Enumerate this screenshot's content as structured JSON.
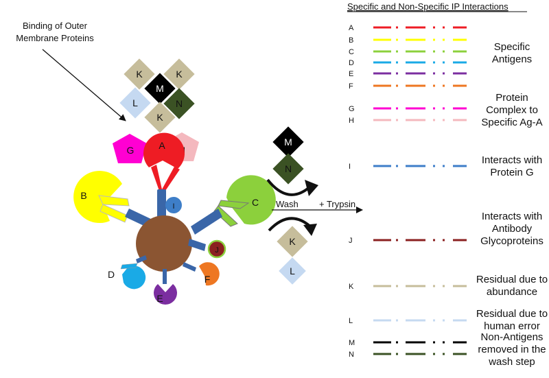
{
  "colors": {
    "A": "#ee1c24",
    "B": "#ffff00",
    "C": "#8cd03c",
    "D": "#1aaae6",
    "E": "#7b2ea0",
    "F": "#ee7722",
    "G": "#ff00d2",
    "H": "#f4b8be",
    "I": "#3e7ec8",
    "J": "#8b2020",
    "K": "#c6bd9b",
    "L": "#c5d9f1",
    "M": "#000000",
    "N": "#3b5224",
    "bead": "#8b5532",
    "stem": "#3a66a8"
  },
  "left": {
    "caption_line1": "Binding of Outer",
    "caption_line2": "Membrane Proteins",
    "cluster": [
      "K",
      "K",
      "M",
      "L",
      "N",
      "K"
    ],
    "pentagons": [
      "G",
      "A",
      "H"
    ],
    "antibodies": [
      "B",
      "C",
      "D",
      "E",
      "F",
      "I",
      "J"
    ]
  },
  "middle": {
    "top_diamonds": [
      "M",
      "N"
    ],
    "wash_label": "Wash",
    "trypsin_label": "+ Trypsin",
    "bottom_diamonds": [
      "K",
      "L"
    ]
  },
  "legend": {
    "title": "Specific and Non-Specific IP Interactions",
    "rows": [
      {
        "letter": "A",
        "color_key": "A"
      },
      {
        "letter": "B",
        "color_key": "B"
      },
      {
        "letter": "C",
        "color_key": "C"
      },
      {
        "letter": "D",
        "color_key": "D"
      },
      {
        "letter": "E",
        "color_key": "E"
      },
      {
        "letter": "F",
        "color_key": "F"
      },
      {
        "letter": "G",
        "color_key": "G"
      },
      {
        "letter": "H",
        "color_key": "H"
      },
      {
        "letter": "I",
        "color_key": "I"
      },
      {
        "letter": "J",
        "color_key": "J"
      },
      {
        "letter": "K",
        "color_key": "K"
      },
      {
        "letter": "L",
        "color_key": "L"
      },
      {
        "letter": "M",
        "color_key": "M"
      },
      {
        "letter": "N",
        "color_key": "N"
      }
    ],
    "descriptions": [
      {
        "lines": [
          "Specific",
          "Antigens"
        ]
      },
      {
        "lines": [
          "Protein",
          "Complex to",
          "Specific Ag-A"
        ]
      },
      {
        "lines": [
          "Interacts with",
          "Protein G"
        ]
      },
      {
        "lines": [
          "Interacts with",
          "Antibody",
          "Glycoproteins"
        ]
      },
      {
        "lines": [
          "Residual due to",
          "abundance"
        ]
      },
      {
        "lines": [
          "Residual due to",
          "human error"
        ]
      },
      {
        "lines": [
          "Non-Antigens",
          "removed in the",
          "wash step"
        ]
      }
    ]
  }
}
